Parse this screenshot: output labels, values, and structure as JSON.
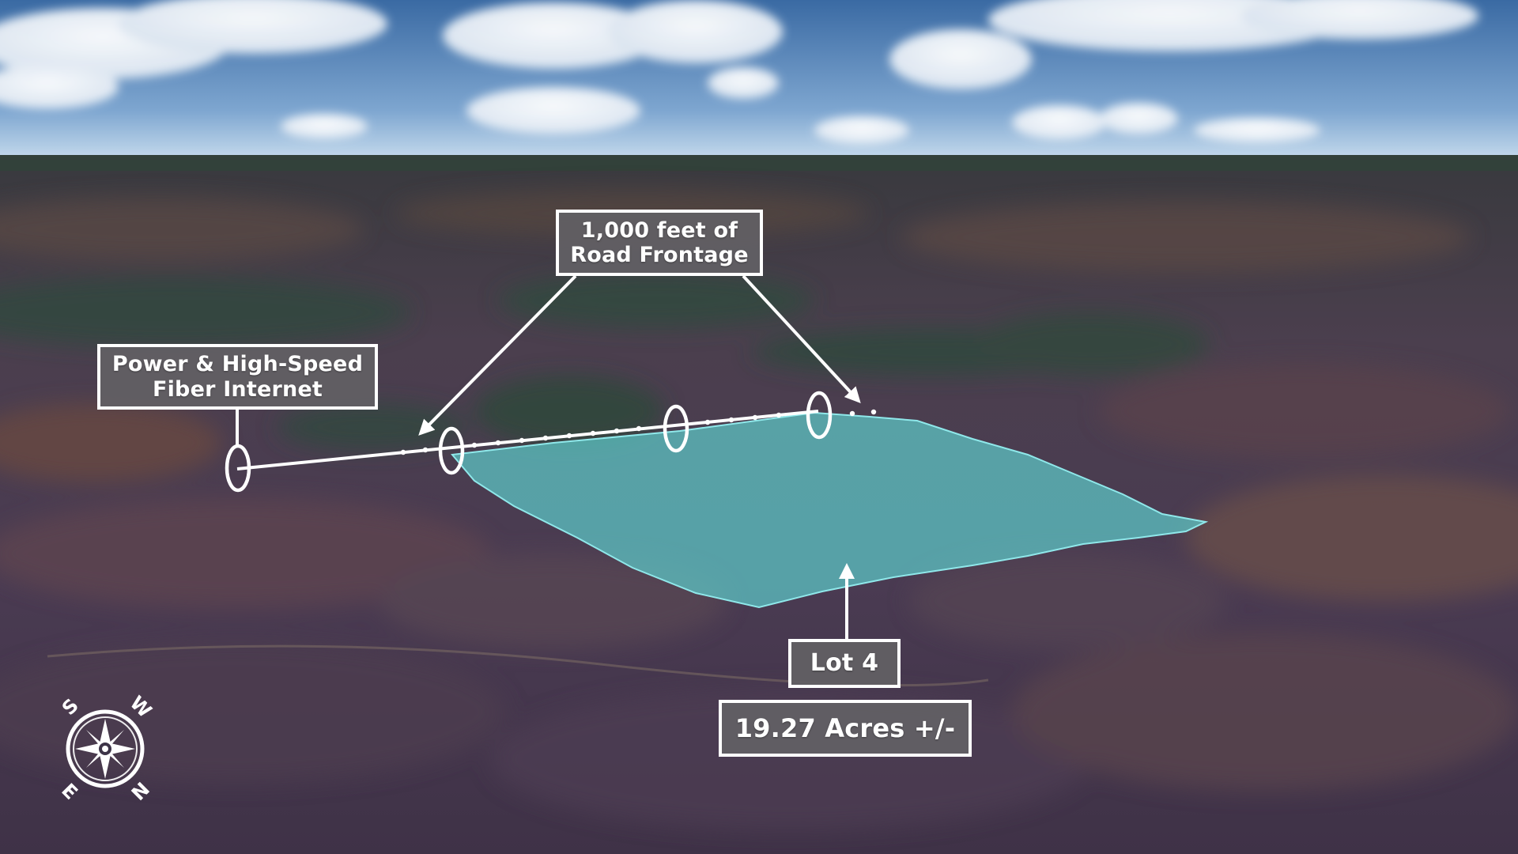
{
  "annotations": {
    "road_frontage": {
      "line1": "1,000 feet of",
      "line2": "Road Frontage"
    },
    "utilities": {
      "line1": "Power & High-Speed",
      "line2": "Fiber Internet"
    },
    "lot_name": "Lot 4",
    "lot_area": "19.27 Acres +/-"
  },
  "compass": {
    "letters": [
      "S",
      "W",
      "N",
      "E"
    ]
  },
  "colors": {
    "parcel_fill": "#5fd1d0",
    "parcel_stroke": "#8fe8ea",
    "label_bg": "#626064",
    "annotation_white": "#ffffff",
    "sky_top": "#3f6fa6",
    "sky_horizon": "#bcd6ec",
    "terrain": "#4a3f55"
  }
}
